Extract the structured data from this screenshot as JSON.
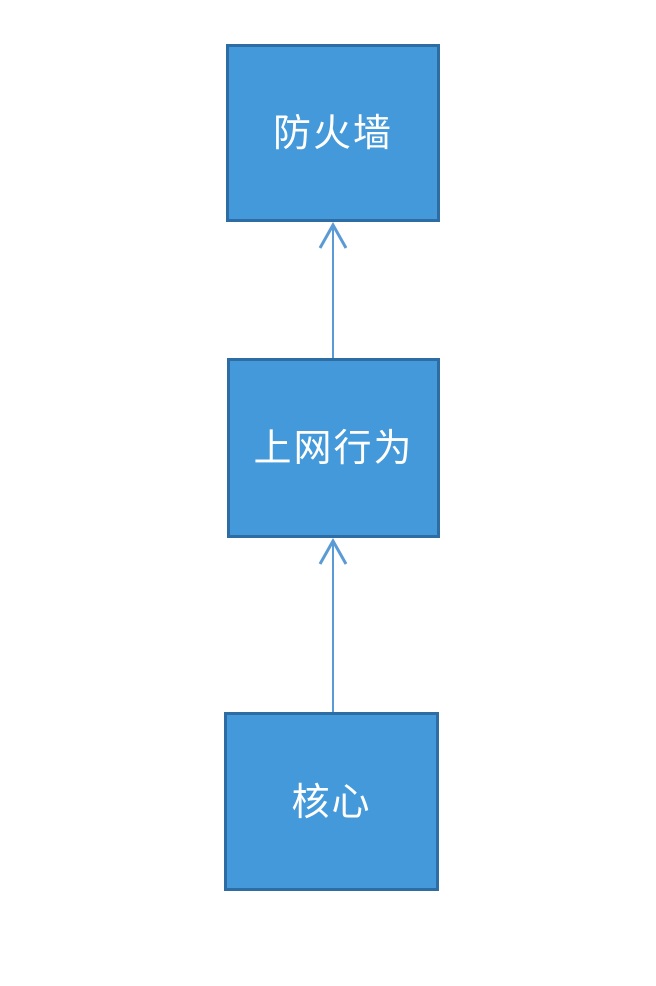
{
  "diagram": {
    "title": "network-topology-flow",
    "nodes": [
      {
        "id": "firewall",
        "label": "防火墙"
      },
      {
        "id": "internet-behavior",
        "label": "上网行为"
      },
      {
        "id": "core",
        "label": "核心"
      }
    ],
    "edges": [
      {
        "from": "internet-behavior",
        "to": "firewall",
        "direction": "up",
        "style": "open-arrowhead"
      },
      {
        "from": "core",
        "to": "internet-behavior",
        "direction": "up",
        "style": "open-arrowhead"
      }
    ],
    "colors": {
      "node_fill": "#4399d9",
      "node_border": "#2d6da3",
      "arrow": "#5b9bd5",
      "text": "#ffffff",
      "background": "#ffffff"
    }
  }
}
